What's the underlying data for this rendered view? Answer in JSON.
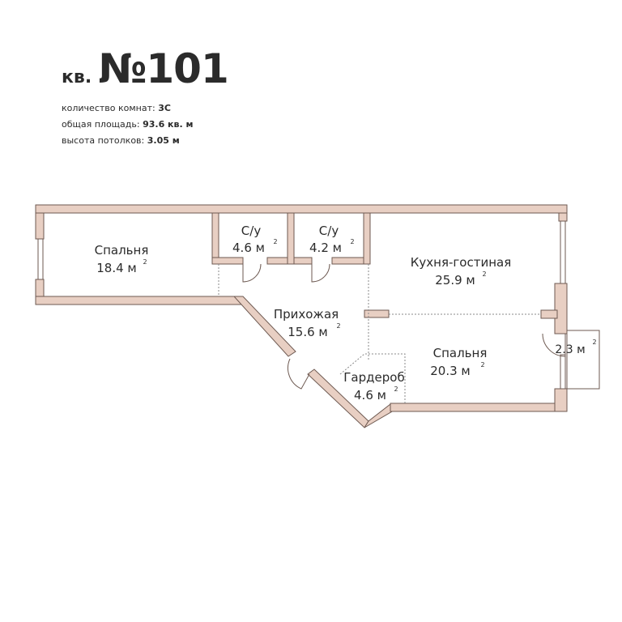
{
  "apartment": {
    "prefix": "кв.",
    "number": "№101"
  },
  "specs": [
    {
      "label": "количество комнат:",
      "value": "3С"
    },
    {
      "label": "общая площадь:",
      "value": "93.6 кв. м"
    },
    {
      "label": "высота потолков:",
      "value": "3.05 м"
    }
  ],
  "rooms": {
    "bedroom1": {
      "name": "Спальня",
      "area": "18.4 м",
      "sup": "2"
    },
    "bath1": {
      "name": "С/у",
      "area": "4.6 м",
      "sup": "2"
    },
    "bath2": {
      "name": "С/у",
      "area": "4.2 м",
      "sup": "2"
    },
    "kitchen": {
      "name": "Кухня-гостиная",
      "area": "25.9 м",
      "sup": "2"
    },
    "hall": {
      "name": "Прихожая",
      "area": "15.6 м",
      "sup": "2"
    },
    "bedroom2": {
      "name": "Спальня",
      "area": "20.3 м",
      "sup": "2"
    },
    "wardrobe": {
      "name": "Гардероб",
      "area": "4.6 м",
      "sup": "2"
    },
    "balcony": {
      "name": "",
      "area": "2.3 м",
      "sup": "2"
    }
  },
  "colors": {
    "wall_fill": "#e8cfc3",
    "wall_stroke": "#6e5a52",
    "dashed": "#8a8a8a",
    "text": "#2b2b2b"
  }
}
